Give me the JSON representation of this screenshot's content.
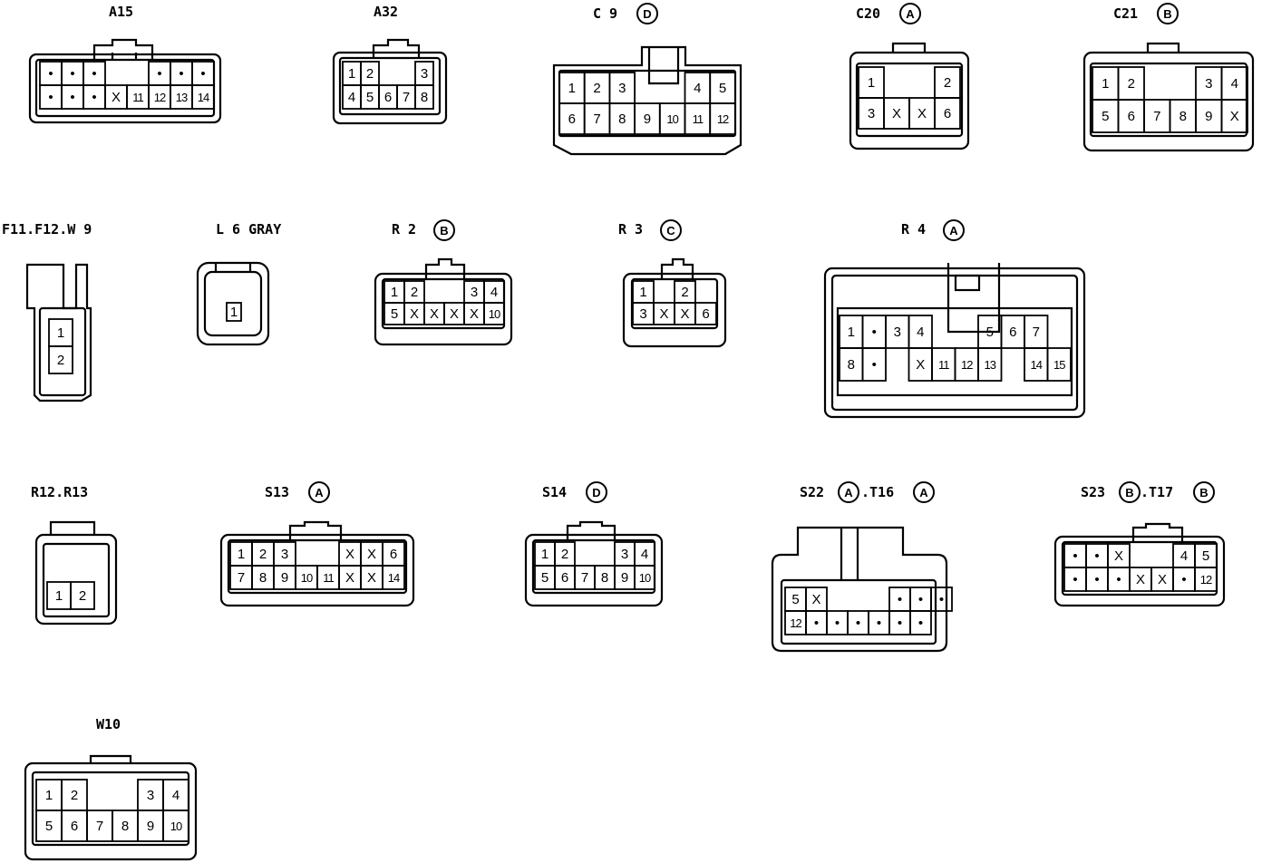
{
  "connectors": {
    "a15": {
      "label": "A15",
      "rows": [
        [
          "•",
          "•",
          "•",
          "",
          "",
          "•",
          "•",
          "•"
        ],
        [
          "•",
          "•",
          "•",
          "X",
          "11",
          "12",
          "13",
          "14"
        ]
      ]
    },
    "a32": {
      "label": "A32",
      "rows": [
        [
          "1",
          "2",
          "",
          "",
          "3"
        ],
        [
          "4",
          "5",
          "6",
          "7",
          "8"
        ]
      ]
    },
    "c9": {
      "label": "C 9",
      "variant": "D",
      "rows": [
        [
          "1",
          "2",
          "3",
          "",
          "",
          "4",
          "5"
        ],
        [
          "6",
          "7",
          "8",
          "9",
          "10",
          "11",
          "12"
        ]
      ]
    },
    "c20": {
      "label": "C20",
      "variant": "A",
      "rows": [
        [
          "1",
          "",
          "",
          "2"
        ],
        [
          "3",
          "X",
          "X",
          "6"
        ]
      ]
    },
    "c21": {
      "label": "C21",
      "variant": "B",
      "rows": [
        [
          "1",
          "2",
          "",
          "",
          "3",
          "4"
        ],
        [
          "5",
          "6",
          "7",
          "8",
          "9",
          "X"
        ]
      ]
    },
    "f11": {
      "label": "F11.F12.W 9",
      "rows": [
        [
          "1"
        ],
        [
          "2"
        ]
      ]
    },
    "l6": {
      "label": "L 6 GRAY",
      "rows": [
        [
          "1"
        ]
      ]
    },
    "r2": {
      "label": "R 2",
      "variant": "B",
      "rows": [
        [
          "1",
          "2",
          "",
          "",
          "3",
          "4"
        ],
        [
          "5",
          "X",
          "X",
          "X",
          "X",
          "10"
        ]
      ]
    },
    "r3": {
      "label": "R 3",
      "variant": "C",
      "rows": [
        [
          "1",
          "",
          "2"
        ],
        [
          "3",
          "X",
          "X",
          "6"
        ]
      ]
    },
    "r4": {
      "label": "R 4",
      "variant": "A",
      "rows": [
        [
          "1",
          "•",
          "3",
          "4",
          "",
          "",
          "5",
          "6",
          "7"
        ],
        [
          "8",
          "•",
          "",
          "X",
          "11",
          "12",
          "13",
          "",
          "14",
          "15"
        ]
      ]
    },
    "r12": {
      "label": "R12.R13",
      "rows": [
        [
          "1",
          "2"
        ]
      ]
    },
    "s13": {
      "label": "S13",
      "variant": "A",
      "rows": [
        [
          "1",
          "2",
          "3",
          "",
          "",
          "X",
          "X",
          "6"
        ],
        [
          "7",
          "8",
          "9",
          "10",
          "11",
          "X",
          "X",
          "14"
        ]
      ]
    },
    "s14": {
      "label": "S14",
      "variant": "D",
      "rows": [
        [
          "1",
          "2",
          "",
          "",
          "3",
          "4"
        ],
        [
          "5",
          "6",
          "7",
          "8",
          "9",
          "10"
        ]
      ]
    },
    "s22": {
      "label": "S22",
      "variant": "A",
      "label2": ".T16",
      "variant2": "A",
      "rows": [
        [
          "5",
          "X",
          "",
          "",
          "",
          "•",
          "•",
          "•"
        ],
        [
          "12",
          "•",
          "•",
          "•",
          "•",
          "•",
          "•"
        ]
      ]
    },
    "s23": {
      "label": "S23",
      "variant": "B",
      "label2": ".T17",
      "variant2": "B",
      "rows": [
        [
          "•",
          "•",
          "X",
          "",
          "",
          "4",
          "5"
        ],
        [
          "•",
          "•",
          "•",
          "X",
          "X",
          "•",
          "12"
        ]
      ]
    },
    "w10": {
      "label": "W10",
      "rows": [
        [
          "1",
          "2",
          "",
          "",
          "3",
          "4"
        ],
        [
          "5",
          "6",
          "7",
          "8",
          "9",
          "10"
        ]
      ]
    }
  }
}
